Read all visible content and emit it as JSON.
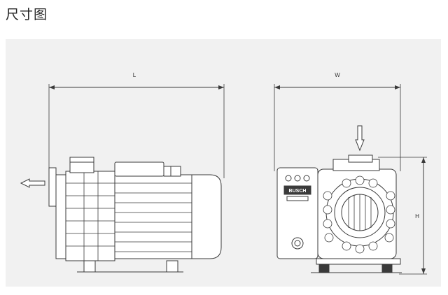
{
  "page": {
    "title": "尺寸图"
  },
  "labels": {
    "length": "L",
    "width": "W",
    "height": "H",
    "brand": "BUSCH"
  },
  "colors": {
    "panel": "#f1f1f1",
    "line": "#3a3a3a",
    "body": "#ffffff"
  }
}
